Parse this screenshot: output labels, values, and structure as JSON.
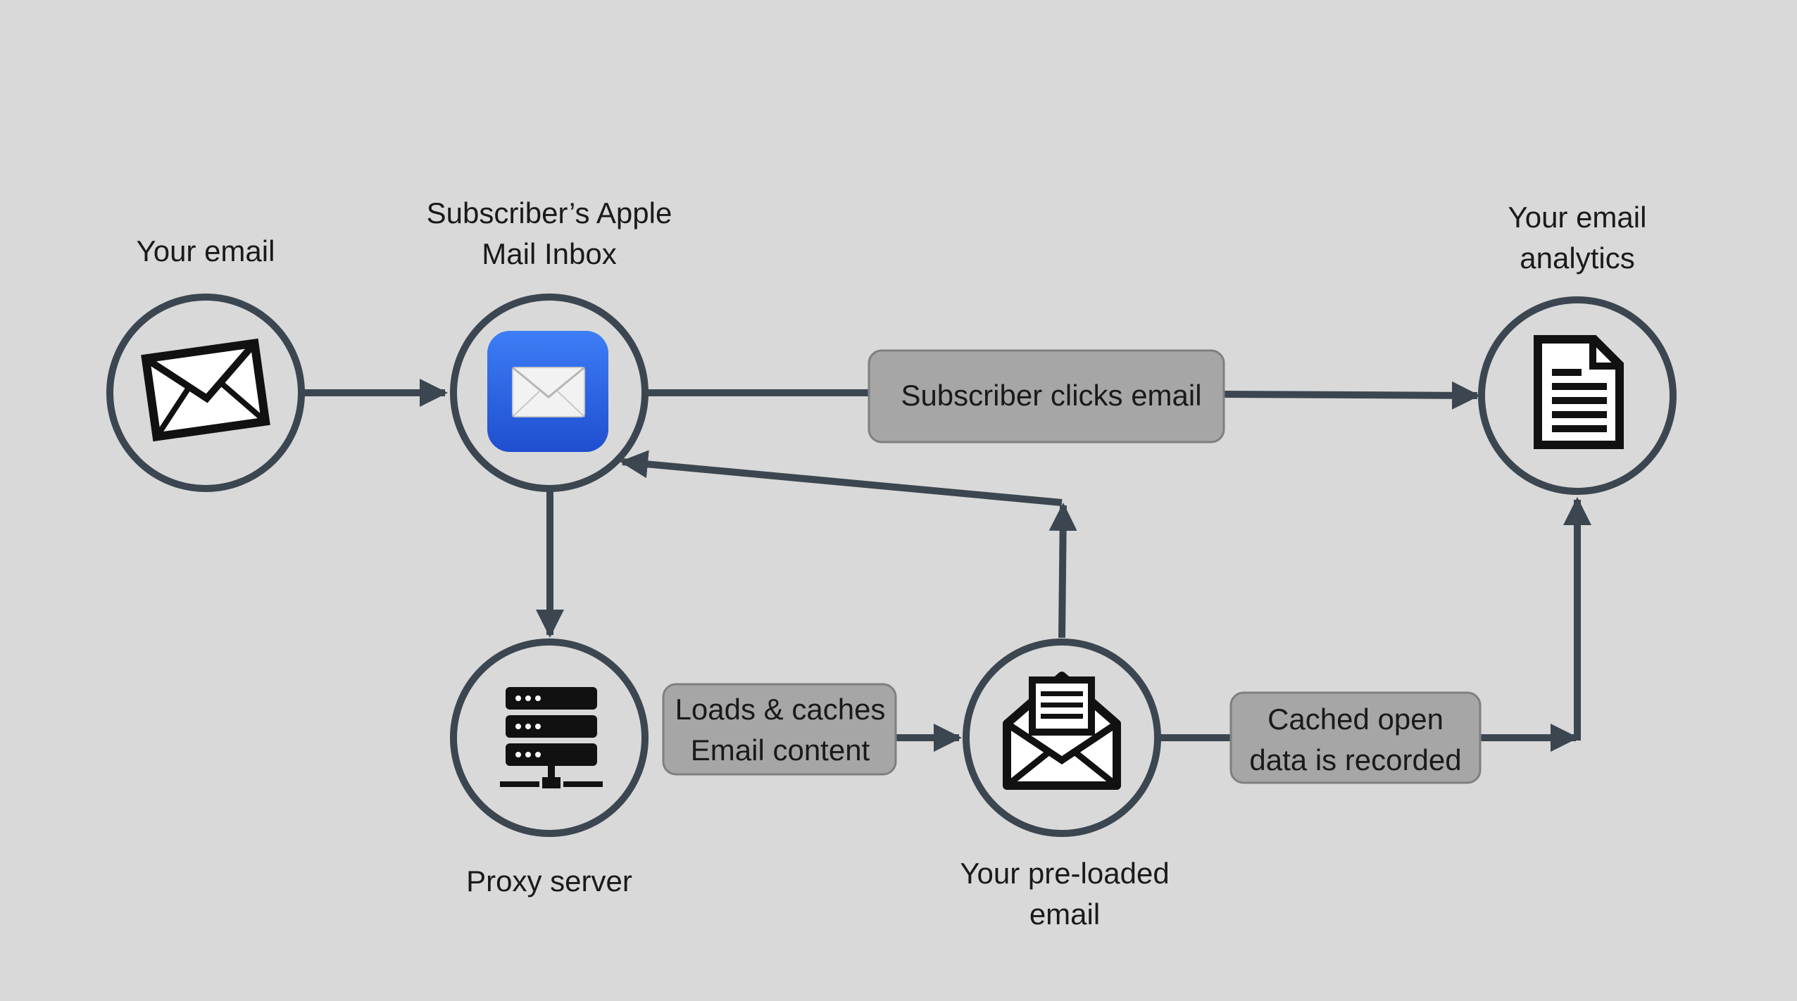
{
  "nodes": {
    "your_email": {
      "label_lines": [
        "Your email"
      ],
      "icon": "envelope-icon"
    },
    "apple_mail_inbox": {
      "label_lines": [
        "Subscriber’s Apple",
        "Mail Inbox"
      ],
      "icon": "apple-mail-app-icon",
      "accent": "#2f63e0"
    },
    "email_analytics": {
      "label_lines": [
        "Your email",
        "analytics"
      ],
      "icon": "document-icon"
    },
    "proxy_server": {
      "label_lines": [
        "Proxy server"
      ],
      "icon": "server-icon"
    },
    "preloaded_email": {
      "label_lines": [
        "Your pre-loaded",
        "email"
      ],
      "icon": "open-envelope-letter-icon"
    }
  },
  "edges": {
    "clicks": {
      "label_lines": [
        "Subscriber clicks email"
      ]
    },
    "loads": {
      "label_lines": [
        "Loads & caches",
        "Email content"
      ]
    },
    "cached": {
      "label_lines": [
        "Cached open",
        "data is recorded"
      ]
    }
  },
  "colors": {
    "background": "#d9d9d9",
    "stroke": "#3b4650",
    "label_box_fill": "#a6a6a6",
    "label_box_border": "#7f7f7f",
    "icon": "#111111"
  }
}
